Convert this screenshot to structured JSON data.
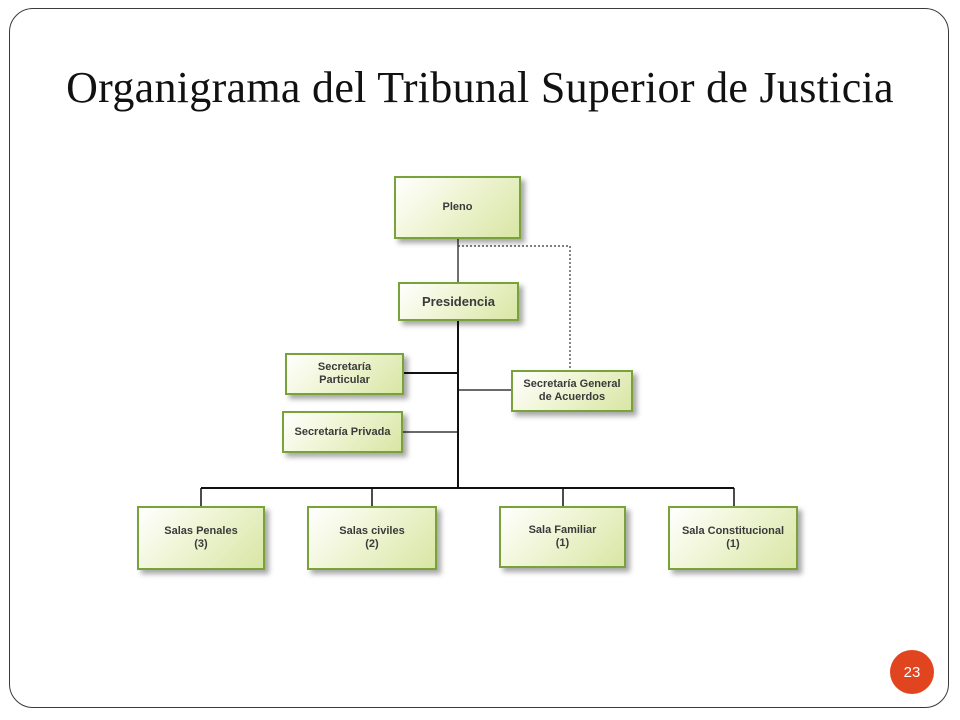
{
  "slide": {
    "title": "Organigrama del Tribunal Superior de Justicia",
    "page_number": "23",
    "accent_color": "#e0451f"
  },
  "org": {
    "pleno": "Pleno",
    "presidencia": "Presidencia",
    "secretaria_particular": "Secretaría\nParticular",
    "secretaria_privada": "Secretaría Privada",
    "secretaria_general": "Secretaría General\nde Acuerdos",
    "salas_penales": "Salas Penales\n(3)",
    "salas_civiles": "Salas civiles\n(2)",
    "sala_familiar": "Sala Familiar\n(1)",
    "sala_constitucional": "Sala Constitucional\n(1)"
  }
}
